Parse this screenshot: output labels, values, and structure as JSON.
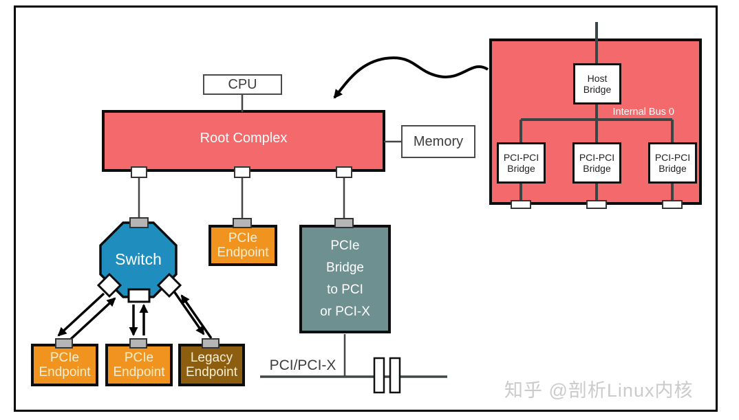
{
  "diagram": {
    "cpu": {
      "label": "CPU"
    },
    "root_complex": {
      "label": "Root Complex"
    },
    "memory": {
      "label": "Memory"
    },
    "switch": {
      "label": "Switch"
    },
    "pcie_endpoint_mid": {
      "line1": "PCIe",
      "line2": "Endpoint"
    },
    "pcie_bridge": {
      "line1": "PCIe",
      "line2": "Bridge",
      "line3": "to PCI",
      "line4": "or PCI-X"
    },
    "pci_bus_label": "PCI/PCI-X",
    "endpoint_left": {
      "line1": "PCIe",
      "line2": "Endpoint"
    },
    "endpoint_center": {
      "line1": "PCIe",
      "line2": "Endpoint"
    },
    "endpoint_legacy": {
      "line1": "Legacy",
      "line2": "Endpoint"
    },
    "inset": {
      "host_bridge": {
        "line1": "Host",
        "line2": "Bridge"
      },
      "internal_bus_label": "Internal Bus 0",
      "bridges": [
        {
          "line1": "PCI-PCI",
          "line2": "Bridge"
        },
        {
          "line1": "PCI-PCI",
          "line2": "Bridge"
        },
        {
          "line1": "PCI-PCI",
          "line2": "Bridge"
        }
      ]
    },
    "watermark": "知乎 @剖析Linux内核",
    "colors": {
      "root_complex_fill": "#F4696C",
      "inset_fill": "#F4696C",
      "endpoint_orange": "#F0941F",
      "legacy_brown": "#8E5E10",
      "bridge_teal": "#6E9090",
      "switch_blue": "#1F8EBE",
      "port_gray": "#B5B5B5",
      "connector_gray": "#454545",
      "arrow_black": "#000000",
      "watermark_gray": "#CBCBCB"
    }
  }
}
